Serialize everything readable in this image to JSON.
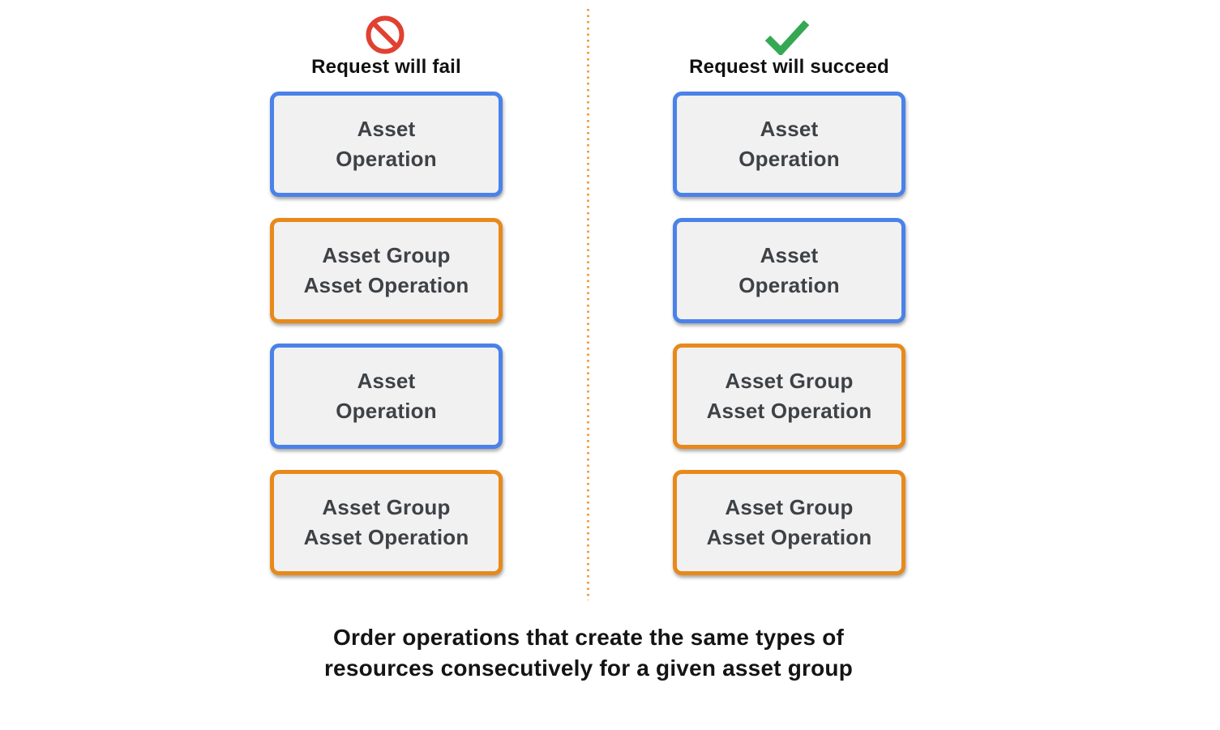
{
  "columns": [
    {
      "id": "fail",
      "icon": "prohibition-icon",
      "title": "Request will fail",
      "boxes": [
        {
          "type": "asset-operation",
          "lines": [
            "Asset",
            "Operation"
          ]
        },
        {
          "type": "asset-group-asset-operation",
          "lines": [
            "Asset Group",
            "Asset Operation"
          ]
        },
        {
          "type": "asset-operation",
          "lines": [
            "Asset",
            "Operation"
          ]
        },
        {
          "type": "asset-group-asset-operation",
          "lines": [
            "Asset Group",
            "Asset Operation"
          ]
        }
      ]
    },
    {
      "id": "succeed",
      "icon": "check-icon",
      "title": "Request will succeed",
      "boxes": [
        {
          "type": "asset-operation",
          "lines": [
            "Asset",
            "Operation"
          ]
        },
        {
          "type": "asset-operation",
          "lines": [
            "Asset",
            "Operation"
          ]
        },
        {
          "type": "asset-group-asset-operation",
          "lines": [
            "Asset Group",
            "Asset Operation"
          ]
        },
        {
          "type": "asset-group-asset-operation",
          "lines": [
            "Asset Group",
            "Asset Operation"
          ]
        }
      ]
    }
  ],
  "caption": {
    "line1": "Order operations that create the same types of",
    "line2": "resources consecutively for a given asset group"
  },
  "colors": {
    "blue_border": "#4A82E9",
    "orange_border": "#E8891A",
    "check_green": "#34A853",
    "prohibition_red": "#E04131",
    "box_background": "#F1F1F2",
    "box_text": "#3F4245",
    "divider_orange": "#EFA043"
  }
}
